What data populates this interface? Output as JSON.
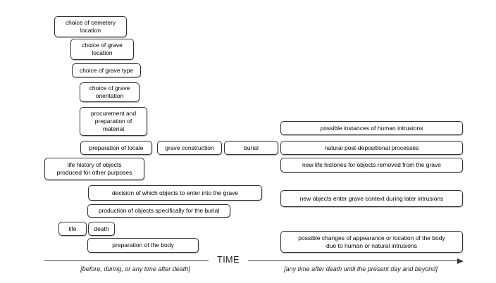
{
  "boxes": [
    {
      "id": "cemetery-location",
      "lines": [
        "choice of cemetery",
        "location"
      ]
    },
    {
      "id": "grave-location",
      "lines": [
        "choice of grave",
        "location"
      ]
    },
    {
      "id": "grave-type",
      "lines": [
        "choice of grave type"
      ]
    },
    {
      "id": "grave-orientation",
      "lines": [
        "choice of grave",
        "orientation"
      ]
    },
    {
      "id": "procurement-material",
      "lines": [
        "procurement and",
        "preparation of",
        "material"
      ]
    },
    {
      "id": "preparation-locale",
      "lines": [
        "preparation of locale"
      ]
    },
    {
      "id": "grave-construction",
      "lines": [
        "grave construction"
      ]
    },
    {
      "id": "burial",
      "lines": [
        "burial"
      ]
    },
    {
      "id": "possible-human-intrusions",
      "lines": [
        "possible instances of human intrusions"
      ]
    },
    {
      "id": "natural-post-depositional",
      "lines": [
        "natural post-depositional processes"
      ]
    },
    {
      "id": "new-life-histories",
      "lines": [
        "new life histories for objects removed from the grave"
      ]
    },
    {
      "id": "life-history-objects",
      "lines": [
        "life history of objects",
        "produced for other purposes"
      ]
    },
    {
      "id": "decision-objects",
      "lines": [
        "decision of which objects to enter into the grave"
      ]
    },
    {
      "id": "new-objects-enter",
      "lines": [
        "new objects enter grave context during later intrusions"
      ]
    },
    {
      "id": "production-objects",
      "lines": [
        "production of objects specifically for the burial"
      ]
    },
    {
      "id": "life",
      "lines": [
        "life"
      ]
    },
    {
      "id": "death",
      "lines": [
        "death"
      ]
    },
    {
      "id": "preparation-body",
      "lines": [
        "preparation of the body"
      ]
    },
    {
      "id": "possible-changes-body",
      "lines": [
        "possible changes of appearance or location of the body",
        "due to human or natural intrusions"
      ]
    }
  ],
  "timeline": {
    "label": "TIME",
    "left_caption": "[before, during, or any time after death]",
    "right_caption": "[any time after death until the present day and beyond]"
  },
  "colors": {
    "background": "#ffffff",
    "box_fill": "#ffffff",
    "box_border": "#333333",
    "text": "#000000",
    "axis": "#4a4a4a"
  }
}
